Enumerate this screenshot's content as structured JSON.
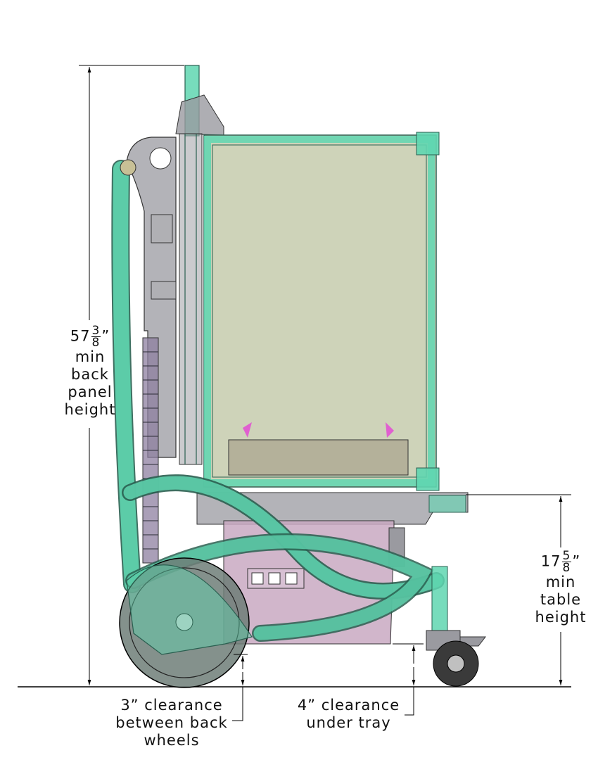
{
  "diagram": {
    "back_panel": {
      "whole": "57",
      "num": "3",
      "den": "8",
      "inch": "”",
      "line1": "min",
      "line2": "back",
      "line3": "panel",
      "line4": "height"
    },
    "table": {
      "whole": "17",
      "num": "5",
      "den": "8",
      "inch": "”",
      "line1": "min",
      "line2": "table",
      "line3": "height"
    },
    "back_wheels": {
      "line1": "3” clearance",
      "line2": "between back",
      "line3": "wheels"
    },
    "tray": {
      "line1": "4” clearance",
      "line2": "under tray"
    },
    "colors": {
      "frame_tube": "#5fd6b0",
      "enclosure": "#c2c8a8",
      "base": "#c9a9c2",
      "body_grey": "#9a9aa0",
      "dimension_line": "#000000"
    }
  }
}
